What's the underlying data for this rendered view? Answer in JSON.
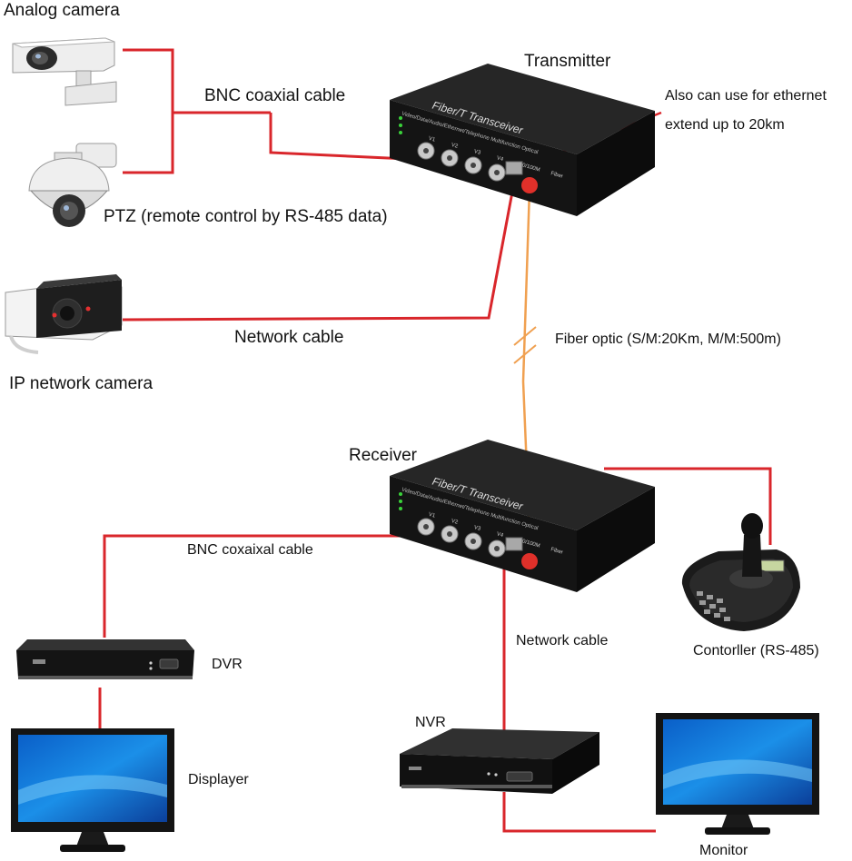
{
  "labels": {
    "analog_camera": "Analog camera",
    "transmitter": "Transmitter",
    "bnc_coaxial_cable": "BNC coaxial cable",
    "ethernet_note_line1": "Also can use for ethernet",
    "ethernet_note_line2": "extend up to 20km",
    "ptz": "PTZ (remote control by RS-485 data)",
    "network_cable_top": "Network cable",
    "ip_network_camera": "IP network camera",
    "fiber_optic": "Fiber optic (S/M:20Km, M/M:500m)",
    "receiver": "Receiver",
    "bnc_coxaixal_cable": "BNC coxaixal cable",
    "network_cable_bottom": "Network cable",
    "dvr": "DVR",
    "controller": "Contorller (RS-485)",
    "nvr": "NVR",
    "displayer": "Displayer",
    "monitor": "Monitor"
  },
  "device_text": {
    "brand": "Fiber/T Transceiver",
    "subtitle": "Video/Data/Audio/Ethernet/Telephone Multifunction Optical",
    "ports": [
      "V1",
      "V2",
      "V3",
      "V4"
    ],
    "ethernet_port": "10/100M",
    "fiber_port": "Fiber"
  },
  "colors": {
    "copper_cable": "#d9262b",
    "fiber_cable": "#f0a050",
    "device_body": "#1c1c1c"
  }
}
